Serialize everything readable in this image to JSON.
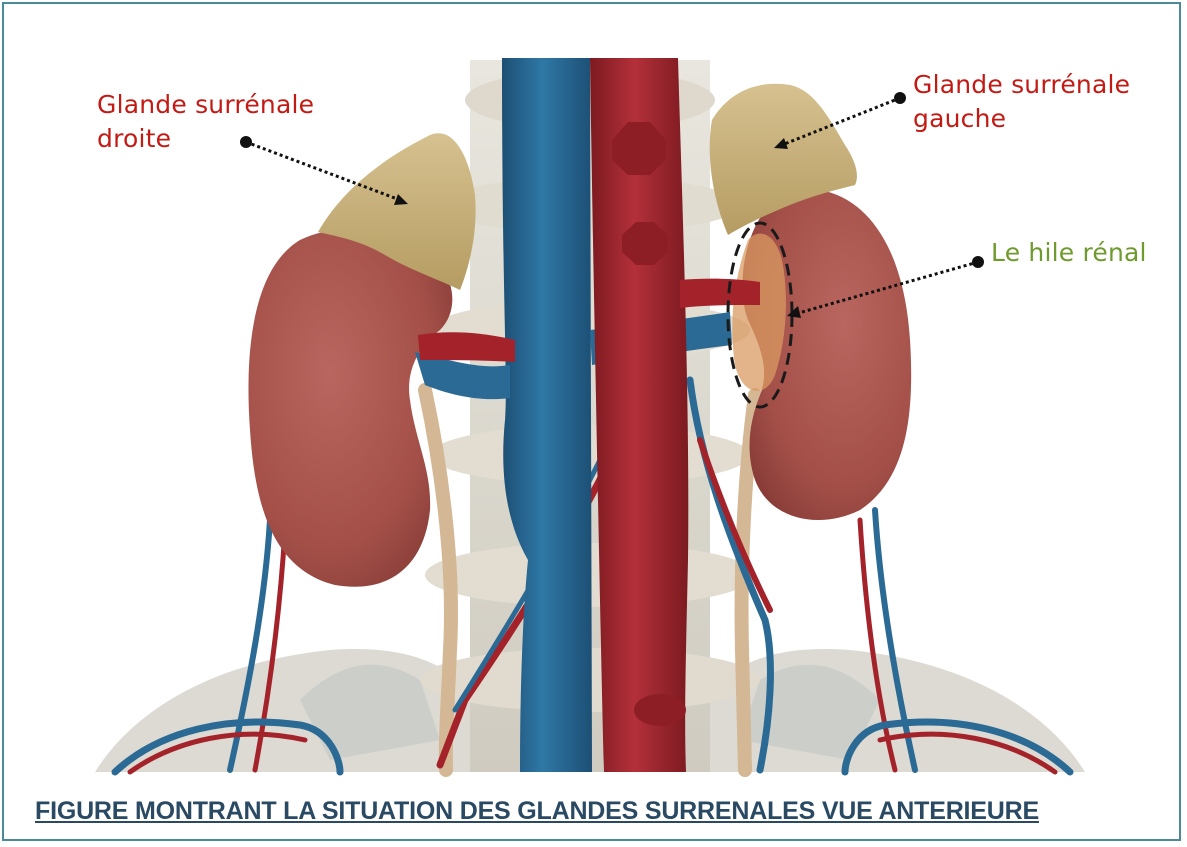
{
  "labels": {
    "right_gland_line1": "Glande surrénale",
    "right_gland_line2": "droite",
    "left_gland_line1": "Glande surrénale",
    "left_gland_line2": "gauche",
    "hilum": "Le hile rénal"
  },
  "caption": "FIGURE MONTRANT LA SITUATION DES GLANDES SURRENALES VUE ANTERIEURE",
  "colors": {
    "label_red": "#c41a14",
    "label_green": "#6f9a2e",
    "caption": "#2a4a64",
    "border": "#4a8a9a",
    "kidney": "#a9554f",
    "adrenal": "#c9b27a",
    "vein": "#2a6a94",
    "artery": "#a4232a"
  }
}
